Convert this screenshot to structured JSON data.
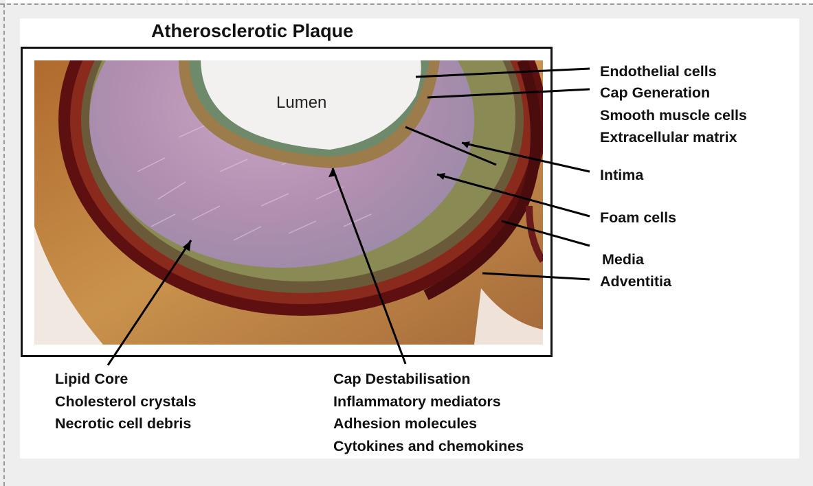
{
  "diagram": {
    "title": "Atherosclerotic Plaque",
    "lumen_label": "Lumen",
    "right_labels": {
      "endothelial": "Endothelial cells",
      "cap_generation": [
        "Cap Generation",
        "Smooth muscle cells",
        "Extracellular matrix"
      ],
      "intima": "Intima",
      "foam_cells": "Foam cells",
      "media": "Media",
      "adventitia": "Adventitia"
    },
    "bottom_left_labels": [
      "Lipid Core",
      "Cholesterol crystals",
      "Necrotic cell debris"
    ],
    "bottom_center_labels": [
      "Cap Destabilisation",
      "Inflammatory mediators",
      "Adhesion molecules",
      "Cytokines and chemokines"
    ]
  },
  "colors": {
    "background": "#eeeeee",
    "canvas": "#ffffff",
    "text": "#111111",
    "adventitia_tissue": "#c98d45",
    "media_band": "#6e1414",
    "intima_tissue": "#a88a5a",
    "lipid_core": "#b99ab5",
    "lumen": "#f3f1ef"
  }
}
